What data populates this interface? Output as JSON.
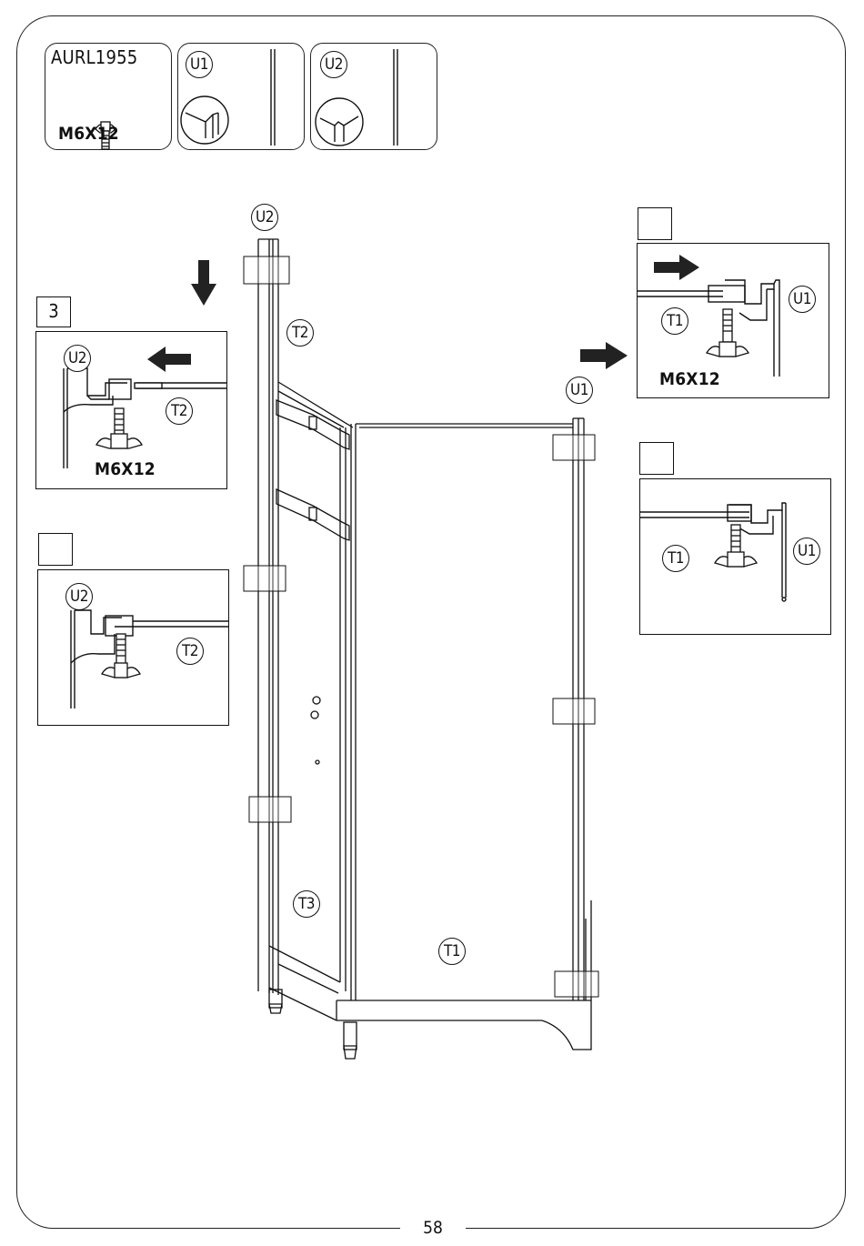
{
  "page": {
    "number": "58"
  },
  "parts": {
    "screw": {
      "code": "AURL1955",
      "size": "M6X12"
    },
    "u1": {
      "label": "U1"
    },
    "u2": {
      "label": "U2"
    }
  },
  "main": {
    "u2_label": "U2",
    "t2_label": "T2",
    "u1_label": "U1",
    "t3_label": "T3",
    "t1_label": "T1"
  },
  "detail_left_1": {
    "step": "3",
    "u2": "U2",
    "t2": "T2",
    "size": "M6X12"
  },
  "detail_left_2": {
    "step": "",
    "u2": "U2",
    "t2": "T2"
  },
  "detail_right_1": {
    "step": "",
    "t1": "T1",
    "u1": "U1",
    "size": "M6X12"
  },
  "detail_right_2": {
    "step": "",
    "t1": "T1",
    "u1": "U1"
  }
}
